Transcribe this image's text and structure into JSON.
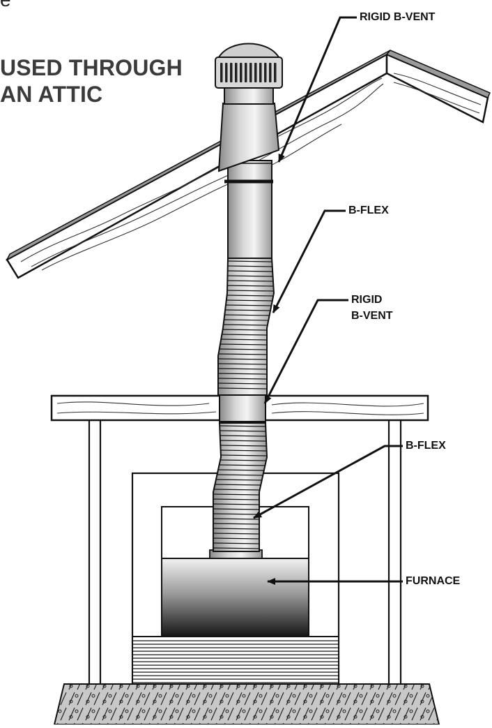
{
  "header": {
    "corner_fragment": "e",
    "title_line1": "USED THROUGH",
    "title_line2": "AN ATTIC"
  },
  "callouts": {
    "rigid_bvent_top": "RIGID B-VENT",
    "bflex_upper": "B-FLEX",
    "rigid_mid_line1": "RIGID",
    "rigid_mid_line2": "B-VENT",
    "bflex_lower": "B-FLEX",
    "furnace": "FURNACE"
  },
  "colors": {
    "ink": "#111111",
    "title": "#3b3b3b",
    "shingle": "#9a9a9a",
    "concrete": "#c8c8c8"
  }
}
